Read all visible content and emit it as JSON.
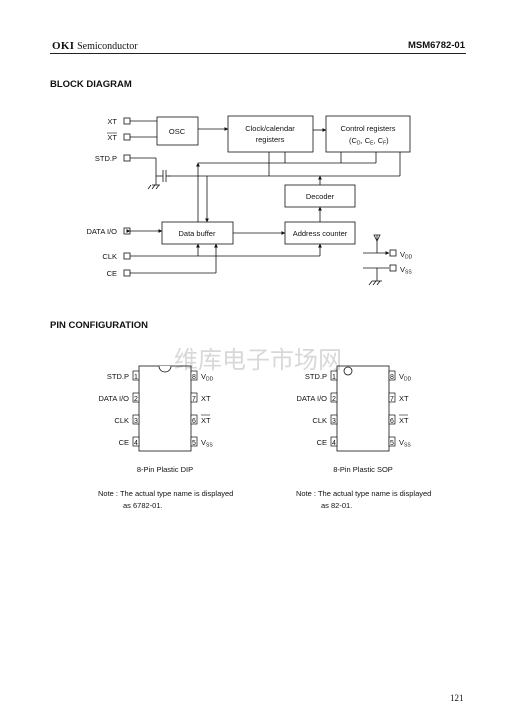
{
  "header": {
    "brand": "OKI",
    "division": "Semiconductor",
    "part_number": "MSM6782-01"
  },
  "sections": {
    "block_diagram_title": "BLOCK DIAGRAM",
    "pin_config_title": "PIN CONFIGURATION"
  },
  "block_diagram": {
    "pins": {
      "xt": "XT",
      "xt_bar": "XT",
      "std_p": "STD.P",
      "data_io": "DATA I/O",
      "clk": "CLK",
      "ce": "CE"
    },
    "blocks": {
      "osc": "OSC",
      "clock_cal_line1": "Clock/calendar",
      "clock_cal_line2": "registers",
      "control_line1": "Control registers",
      "control_line2": "(C",
      "decoder": "Decoder",
      "data_buffer": "Data buffer",
      "address_counter": "Address counter"
    },
    "control_subscripts": [
      "D",
      "E",
      "F"
    ],
    "power": {
      "vdd": "V",
      "vdd_sub": "DD",
      "vss": "V",
      "vss_sub": "SS"
    }
  },
  "packages": [
    {
      "caption": "8-Pin Plastic DIP",
      "note_line1": "Note : The actual type name is displayed",
      "note_line2": "as 6782-01.",
      "left_pins": [
        {
          "num": "1",
          "name": "STD.P"
        },
        {
          "num": "2",
          "name": "DATA I/O"
        },
        {
          "num": "3",
          "name": "CLK"
        },
        {
          "num": "4",
          "name": "CE"
        }
      ],
      "right_pins": [
        {
          "num": "8",
          "name": "V",
          "sub": "DD"
        },
        {
          "num": "7",
          "name": "XT",
          "sub": ""
        },
        {
          "num": "6",
          "name": "XT",
          "sub": ""
        },
        {
          "num": "5",
          "name": "V",
          "sub": "SS"
        }
      ]
    },
    {
      "caption": "8-Pin Plastic SOP",
      "note_line1": "Note : The actual type name is displayed",
      "note_line2": "as 82-01.",
      "left_pins": [
        {
          "num": "1",
          "name": "STD.P"
        },
        {
          "num": "2",
          "name": "DATA I/O"
        },
        {
          "num": "3",
          "name": "CLK"
        },
        {
          "num": "4",
          "name": "CE"
        }
      ],
      "right_pins": [
        {
          "num": "8",
          "name": "V",
          "sub": "DD"
        },
        {
          "num": "7",
          "name": "XT",
          "sub": ""
        },
        {
          "num": "6",
          "name": "XT",
          "sub": ""
        },
        {
          "num": "5",
          "name": "V",
          "sub": "SS"
        }
      ]
    }
  ],
  "watermark": "维库电子市场网",
  "page_number": "121"
}
